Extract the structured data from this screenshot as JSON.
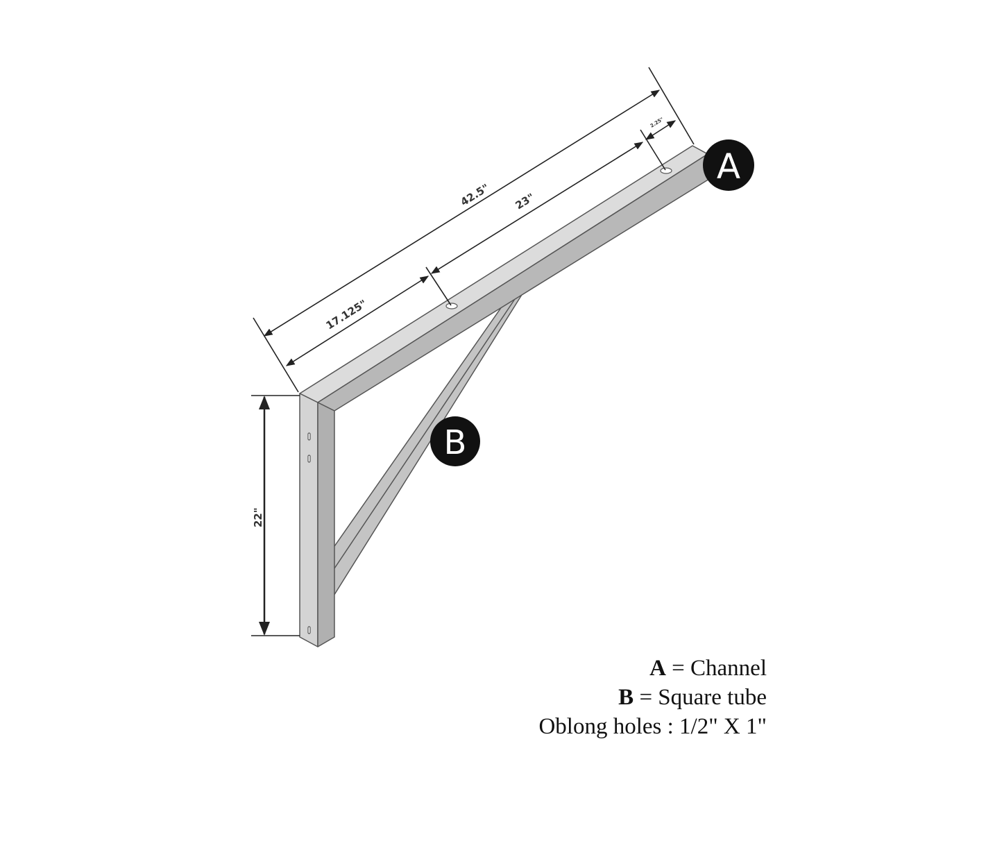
{
  "dimensions": {
    "overall_length": "42.5\"",
    "first_hole": "17.125\"",
    "hole_spacing": "23\"",
    "end_offset": "2.25\"",
    "post_height": "22\""
  },
  "callouts": {
    "a": "A",
    "b": "B"
  },
  "legend": [
    {
      "key": "A",
      "text": " = Channel"
    },
    {
      "key": "B",
      "text": " = Square tube"
    },
    {
      "key": "",
      "text": "Oblong holes : 1/2\" X 1\""
    }
  ],
  "colors": {
    "face_light": "#d4d4d4",
    "face_mid": "#bdbdbd",
    "face_dark": "#a9a9a9",
    "outline": "#555555",
    "callout": "#111111"
  }
}
